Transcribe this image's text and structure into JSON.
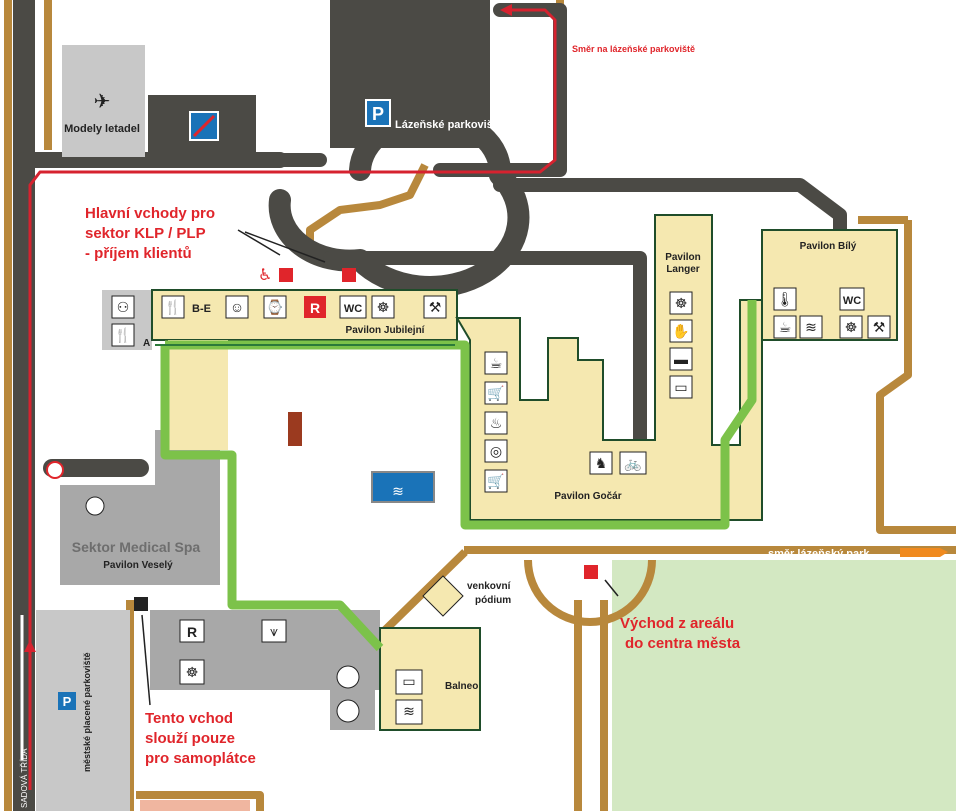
{
  "labels": {
    "modely": "Modely letadel",
    "spa_parking": "Lázeňské parkoviště",
    "direction_parking": "Směr na lázeňské parkoviště",
    "main_entry": [
      "Hlavní vchody pro",
      "sektor KLP / PLP",
      "- příjem klientů"
    ],
    "langer": [
      "Pavilon",
      "Langer"
    ],
    "bily": "Pavilon Bílý",
    "jubilejni": "Pavilon Jubilejní",
    "be": "B-E",
    "a": "A",
    "gocar": "Pavilon Gočár",
    "medical": "Sektor Medical Spa",
    "vesely": "Pavilon Veselý",
    "venkovni": [
      "venkovní",
      "pódium"
    ],
    "balneo": "Balneo",
    "park": "směr lázeňský park",
    "exit": [
      "Východ z areálu",
      "do centra města"
    ],
    "self_pay": [
      "Tento vchod",
      "slouží pouze",
      "pro samoplátce"
    ],
    "city_parking": "městské placené parkoviště",
    "street": "SADOVÁ TŘÍDA",
    "wc": "WC",
    "r": "R",
    "p": "P"
  },
  "colors": {
    "road": "#4b4a45",
    "sand_path": "#b8883c",
    "building": "#f5e8b0",
    "building_border": "#1f4d2a",
    "grey_building": "#a8a8a8",
    "light_grey": "#c8c8c8",
    "green_route": "#7cc24a",
    "red_route": "#d6222f",
    "park": "#d3e8c2",
    "accent_red": "#e0252b",
    "parking_blue": "#1a73b8"
  },
  "icons": [
    "airplane-icon",
    "no-entry-icon",
    "parking-icon",
    "restaurant-icon",
    "massage-icon",
    "fitness-icon",
    "clock-icon",
    "reception-icon",
    "wc-icon",
    "meditation-icon",
    "lock-icon",
    "wheelchair-icon",
    "thermometer-icon",
    "bath-icon",
    "drink-icon",
    "cart-icon",
    "laundry-icon",
    "chess-icon",
    "bicycle-icon",
    "fountain-icon",
    "hand-icon",
    "stage-icon",
    "pointer-icon"
  ]
}
